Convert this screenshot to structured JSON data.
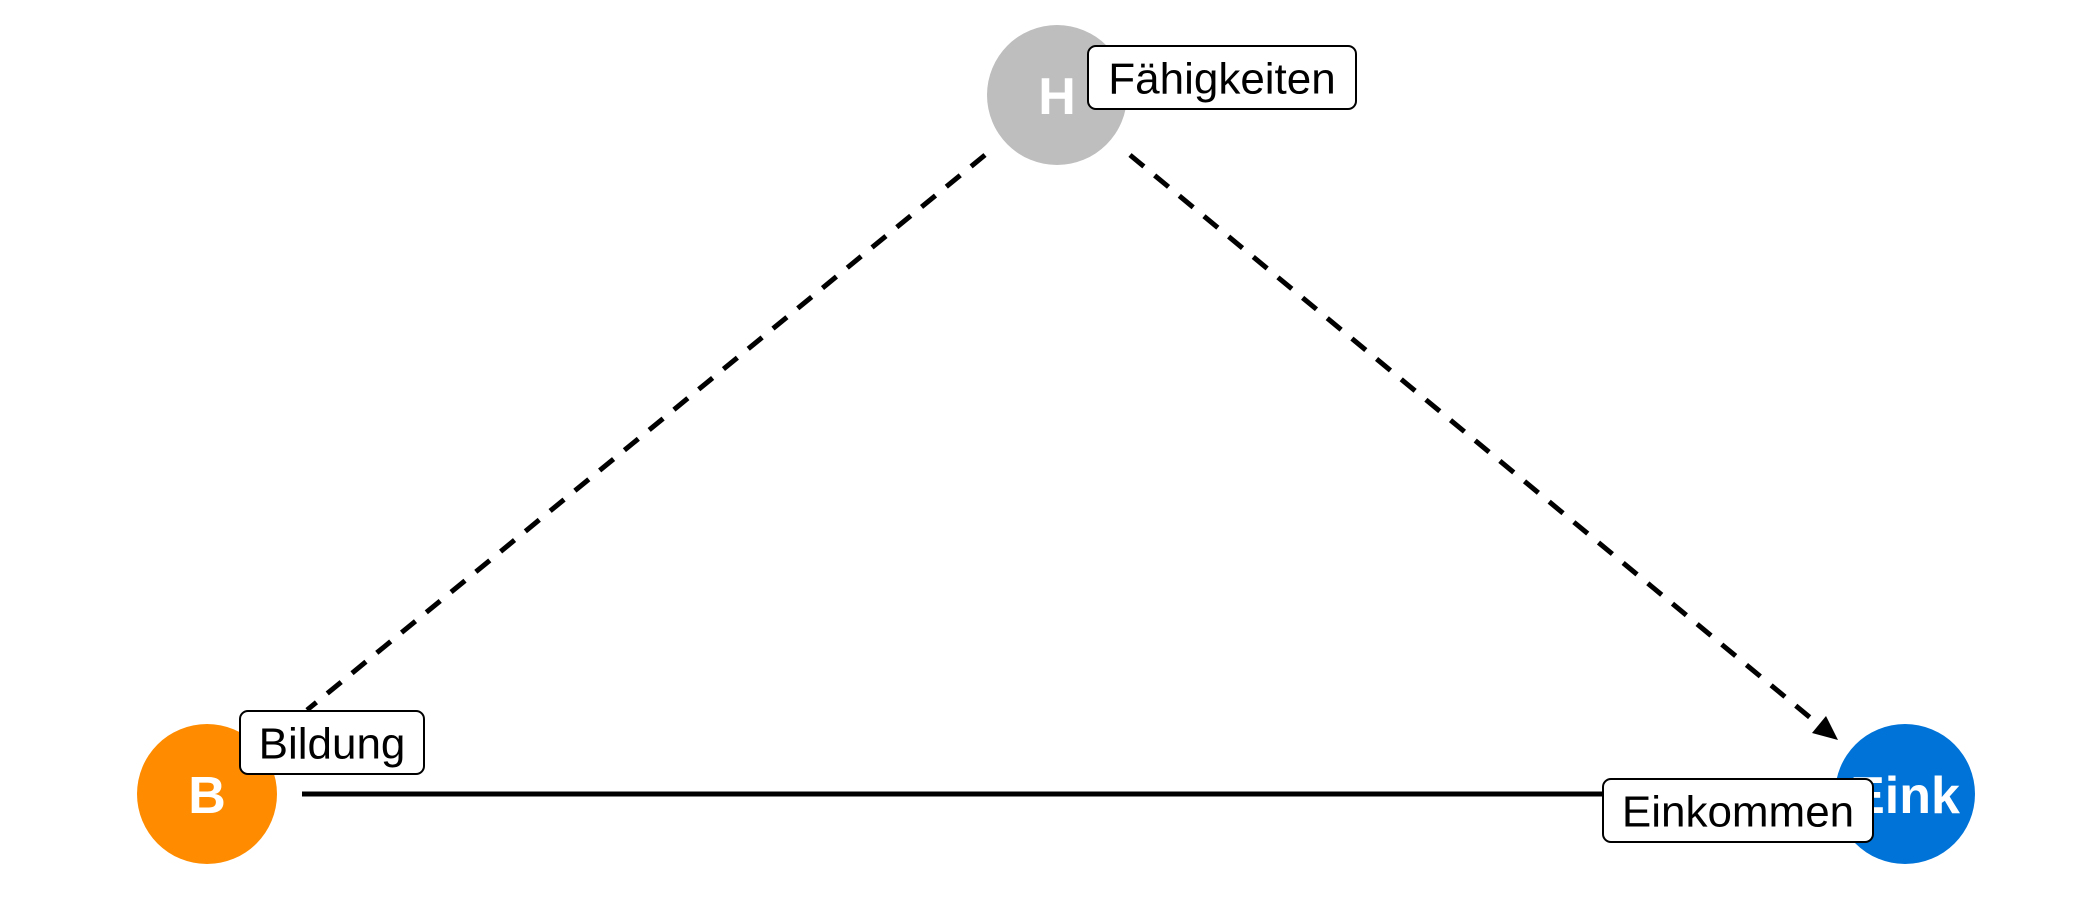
{
  "nodes": {
    "h": {
      "letter": "H",
      "label": "Fähigkeiten",
      "color": "#BEBEBE"
    },
    "b": {
      "letter": "B",
      "label": "Bildung",
      "color": "#FF8C00"
    },
    "e": {
      "letter": "Eink",
      "label": "Einkommen",
      "color": "#0073D9"
    }
  },
  "edges": [
    {
      "from": "h",
      "to": "b",
      "style": "dashed",
      "arrow": false
    },
    {
      "from": "h",
      "to": "e",
      "style": "dashed",
      "arrow": true
    },
    {
      "from": "b",
      "to": "e",
      "style": "solid",
      "arrow": false
    }
  ]
}
